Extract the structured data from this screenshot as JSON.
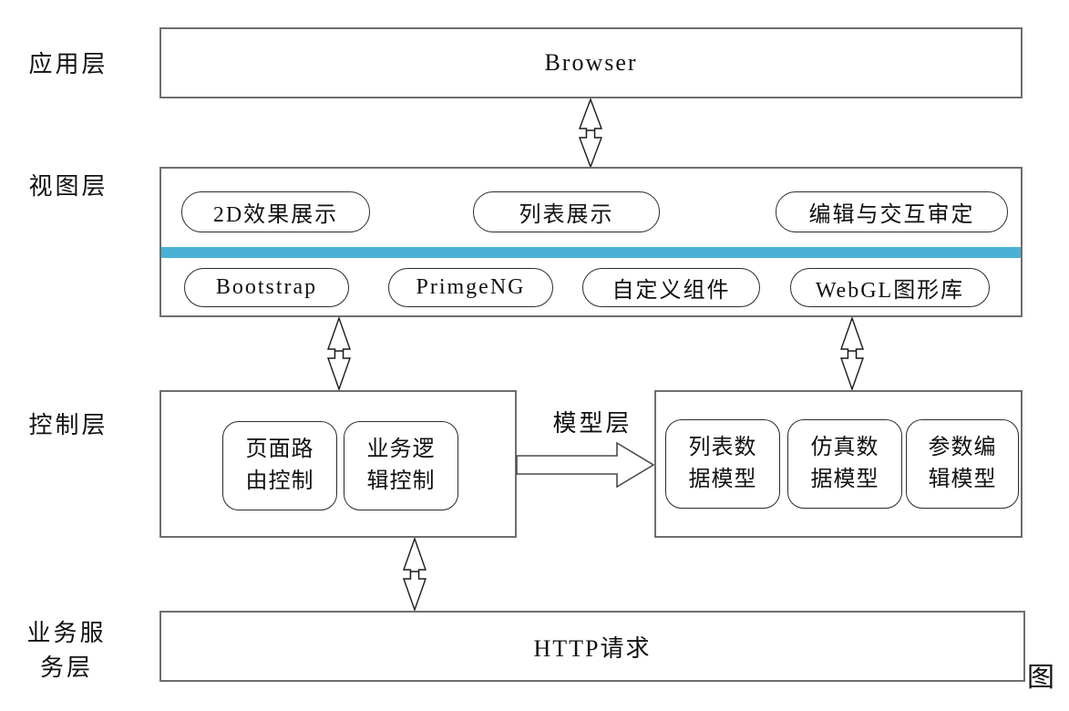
{
  "colors": {
    "divider": "#49b1d3",
    "outer_border": "#6e6e6e",
    "shape_border": "#2b2b2b"
  },
  "layers": {
    "app": {
      "label": "应用层",
      "box_label": "Browser"
    },
    "view": {
      "label": "视图层",
      "top_items": [
        "2D效果展示",
        "列表展示",
        "编辑与交互审定"
      ],
      "bottom_items": [
        "Bootstrap",
        "PrimgeNG",
        "自定义组件",
        "WebGL图形库"
      ]
    },
    "control": {
      "label": "控制层",
      "items": [
        "页面路由控制",
        "业务逻辑控制"
      ]
    },
    "model": {
      "label": "模型层",
      "items": [
        "列表数据模型",
        "仿真数据模型",
        "参数编辑模型"
      ]
    },
    "service": {
      "label": "业务服务层",
      "box_label": "HTTP请求"
    }
  },
  "caption_mark": "图"
}
